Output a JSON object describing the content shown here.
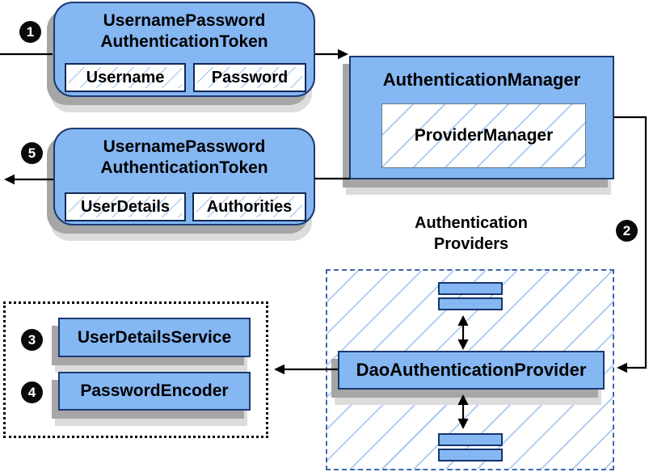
{
  "steps": [
    "1",
    "2",
    "3",
    "4",
    "5"
  ],
  "colors": {
    "box_fill": "#85b7f3",
    "box_border": "#1c3a70",
    "hatch_line": "#a9c9ee",
    "dashed_border": "#3f66ac",
    "dotted_border": "#000000",
    "shadow": "#a6a6a6",
    "arrow": "#000000",
    "badge_bg": "#0a0a0a",
    "badge_text": "#ffffff"
  },
  "token_in": {
    "title_line1": "UsernamePassword",
    "title_line2": "AuthenticationToken",
    "field1": "Username",
    "field2": "Password"
  },
  "auth_manager": {
    "title": "AuthenticationManager",
    "inner": "ProviderManager"
  },
  "token_out": {
    "title_line1": "UsernamePassword",
    "title_line2": "AuthenticationToken",
    "field1": "UserDetails",
    "field2": "Authorities"
  },
  "providers_group": {
    "heading_line1": "Authentication",
    "heading_line2": "Providers",
    "dao": "DaoAuthenticationProvider"
  },
  "services_group": {
    "user_details_service": "UserDetailsService",
    "password_encoder": "PasswordEncoder"
  }
}
